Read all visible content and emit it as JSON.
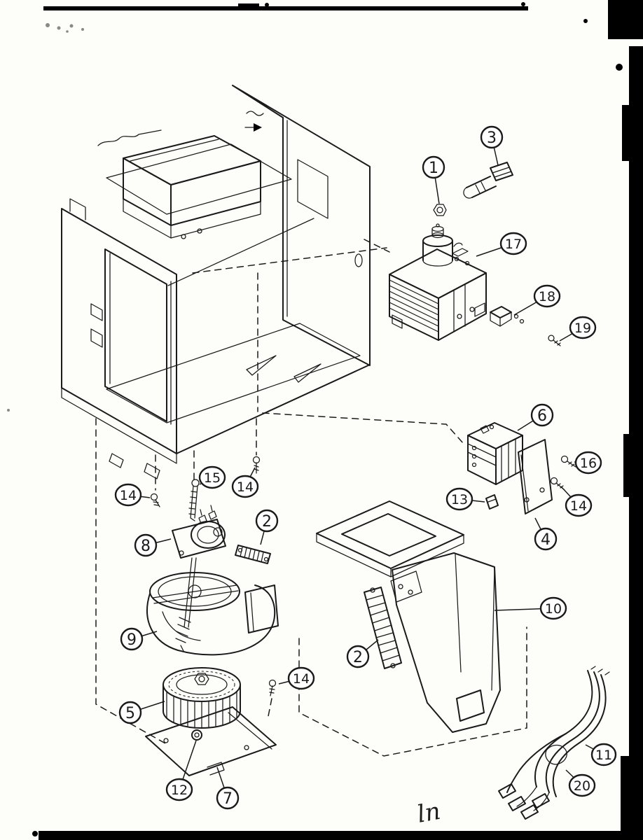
{
  "page": {
    "kind": "scanned exploded-parts diagram",
    "colors": {
      "paper": "#fdfdfa",
      "ink": "#1a1a1a",
      "border": "#000000"
    }
  },
  "callouts": {
    "c1": {
      "label": "1"
    },
    "c2a": {
      "label": "2"
    },
    "c2b": {
      "label": "2"
    },
    "c3": {
      "label": "3"
    },
    "c4": {
      "label": "4"
    },
    "c5": {
      "label": "5"
    },
    "c6": {
      "label": "6"
    },
    "c7": {
      "label": "7"
    },
    "c8": {
      "label": "8"
    },
    "c9": {
      "label": "9"
    },
    "c10": {
      "label": "10"
    },
    "c11": {
      "label": "11"
    },
    "c12": {
      "label": "12"
    },
    "c13": {
      "label": "13"
    },
    "c14a": {
      "label": "14"
    },
    "c14b": {
      "label": "14"
    },
    "c14c": {
      "label": "14"
    },
    "c14d": {
      "label": "14"
    },
    "c15": {
      "label": "15"
    },
    "c16": {
      "label": "16"
    },
    "c17": {
      "label": "17"
    },
    "c18": {
      "label": "18"
    },
    "c19": {
      "label": "19"
    },
    "c20": {
      "label": "20"
    }
  },
  "stray_pen_mark": {
    "text": "ln"
  }
}
